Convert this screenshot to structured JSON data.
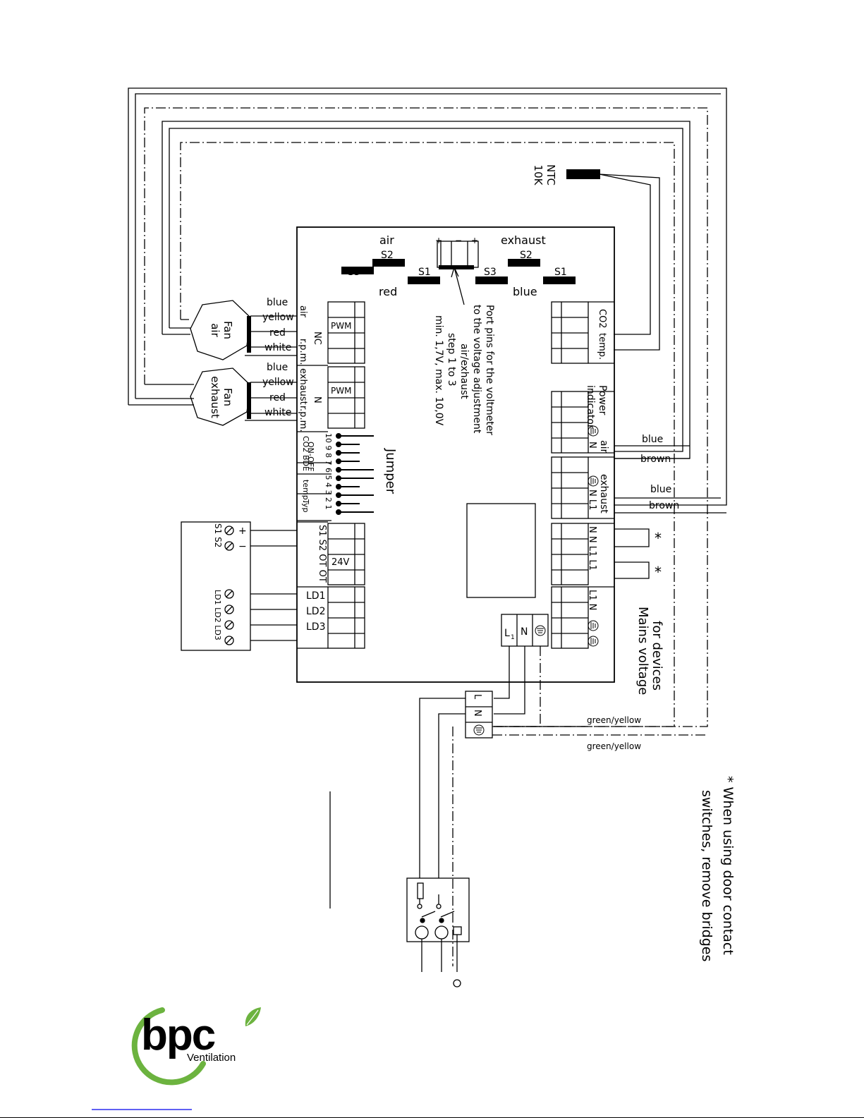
{
  "colors": {
    "ink": "#000000",
    "logo_green": "#6cb33f",
    "logo_dark": "#231f20",
    "link_blue": "#0000ee"
  },
  "fans": {
    "air": {
      "label_1": "Fan",
      "label_2": "air",
      "wires": [
        "blue",
        "yellow",
        "red",
        "white"
      ]
    },
    "exhaust": {
      "label_1": "Fan",
      "label_2": "exhaust",
      "wires": [
        "blue",
        "yellow",
        "red",
        "white"
      ]
    }
  },
  "sensor": {
    "line1": "NTC",
    "line2": "10K"
  },
  "top_board": {
    "air_label": "air",
    "exhaust_label": "exhaust",
    "red_label": "red",
    "blue_label": "blue",
    "jumpers_air": [
      "S3",
      "S2",
      "S1"
    ],
    "jumpers_exhaust": [
      "S3",
      "S2",
      "S1"
    ],
    "pins": [
      "+",
      "−",
      "+"
    ]
  },
  "voltmeter_note": [
    "Port pins for the voltmeter",
    "to the voltage adjustment",
    "air/exhaust",
    "step 1 to 3",
    "min. 1,7V, max. 10,0V"
  ],
  "left_terminals": {
    "air_group": [
      "air",
      "r.p.m.",
      "NC"
    ],
    "exhaust_group": [
      "exhaust",
      "r.p.m.",
      "N"
    ],
    "pwm": "PWM",
    "jumper_title": "Jumper",
    "jumper_labels": [
      "CO2",
      "ON-OFF",
      "BDE",
      "temp.",
      "Typ"
    ],
    "jumper_numbers": "10 9 8 7 6 5 4 3 2 1",
    "switch_labels": "S1 S2 OT OT",
    "v24": "24V",
    "ld": [
      "LD1",
      "LD2",
      "LD3"
    ]
  },
  "control_unit": {
    "plus": "+",
    "minus": "−",
    "s_labels": "S1 S2",
    "ld_labels": "LD1 LD2 LD3"
  },
  "right_terminals": {
    "co2": "CO2",
    "temp": "temp.",
    "power_1": "Power",
    "power_2": "indicator",
    "air": "air",
    "air_pins": "N",
    "exhaust": "exhaust",
    "ex_pins": "N L1",
    "bridge_pins": "N N L1 L1",
    "mains_pins": "L1 N",
    "mains_1": "Mains voltage",
    "mains_2": "for devices"
  },
  "wire_labels": {
    "blue": "blue",
    "brown": "brown",
    "green_yellow": "green/yellow"
  },
  "mains_terminal": {
    "L1": "L",
    "sub1": "1",
    "N": "N",
    "L": "L",
    "N2": "N"
  },
  "note": {
    "star": "*",
    "line1": "* When using door contact",
    "line2": "switches, remove bridges"
  },
  "logo": {
    "text": "bpc",
    "sub": "Ventilation"
  }
}
